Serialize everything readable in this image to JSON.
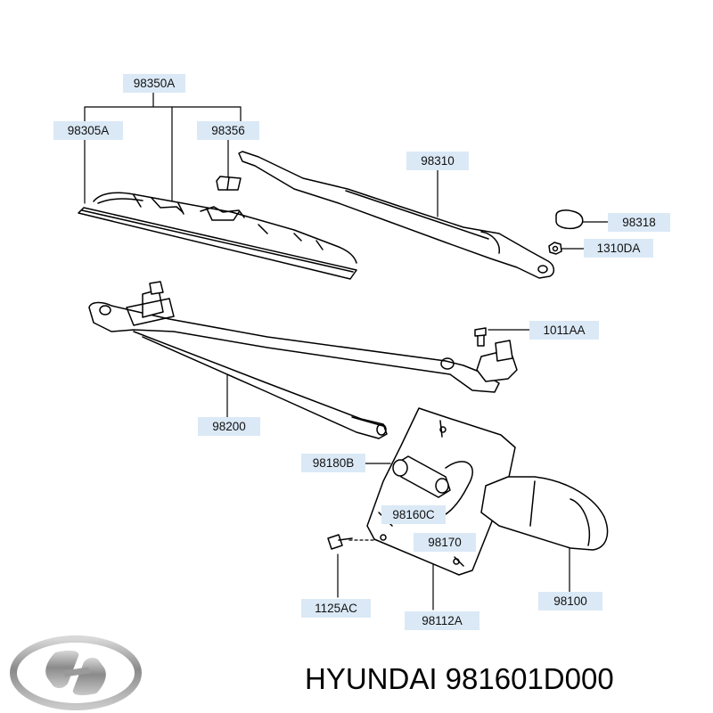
{
  "diagram": {
    "part_labels": {
      "p98350A": "98350A",
      "p98305A": "98305A",
      "p98356": "98356",
      "p98310": "98310",
      "p98318": "98318",
      "p1310DA": "1310DA",
      "p1011AA": "1011AA",
      "p98200": "98200",
      "p98180B": "98180B",
      "p98160C": "98160C",
      "p98170": "98170",
      "p1125AC": "1125AC",
      "p98112A": "98112A",
      "p98100": "98100"
    }
  },
  "brand": {
    "logo_icon": "hyundai-logo-icon",
    "caption": "HYUNDAI 981601D000"
  },
  "colors": {
    "label_background": "#dbe9f6",
    "line": "#000000"
  }
}
